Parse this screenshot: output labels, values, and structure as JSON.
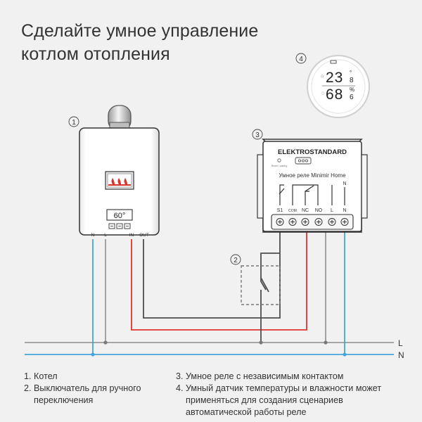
{
  "title": {
    "line1": "Сделайте умное управление",
    "line2": "котлом отопления"
  },
  "markers": [
    "1",
    "2",
    "3",
    "4"
  ],
  "boiler": {
    "display_value": "60°",
    "terminal_labels": [
      "N",
      "L",
      "IN",
      "OUT"
    ]
  },
  "relay": {
    "brand": "ELEKTROSTANDARD",
    "caption": "Умное реле Minimir Home",
    "mini_caption": "Reset / pairing",
    "top_pin_label": "N",
    "pin_labels": [
      "S1",
      "COM",
      "NC",
      "NO",
      "L",
      "N"
    ]
  },
  "sensor": {
    "temperature": "23",
    "temperature_decimal": "8",
    "temperature_unit": "°",
    "humidity": "68",
    "humidity_decimal": "6",
    "humidity_unit": "%"
  },
  "bus_labels": {
    "line": "L",
    "neutral": "N"
  },
  "legend": [
    {
      "num": "1.",
      "text": "Котел"
    },
    {
      "num": "2.",
      "text": "Выключатель для ручного переключения"
    },
    {
      "num": "3.",
      "text": "Умное реле с независимым контактом"
    },
    {
      "num": "4.",
      "text": "Умный датчик температуры и влажности может применяться для создания сценариев автоматической работы реле"
    }
  ],
  "colors": {
    "background": "#f1f1f1",
    "neutral_wire": "#4aa3dc",
    "live_wire": "#e0332f",
    "dark_wire": "#4d4d4d",
    "device_body": "#ffffff",
    "outline": "#2b2b2b"
  }
}
